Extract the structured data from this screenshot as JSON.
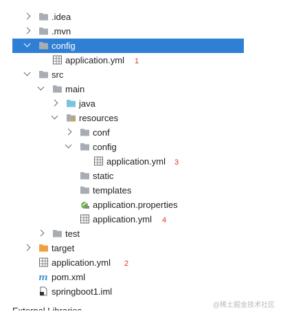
{
  "tree": {
    "items": [
      {
        "label": ".idea",
        "icon": "folder-icon",
        "state": "collapsed",
        "depth": 0
      },
      {
        "label": ".mvn",
        "icon": "folder-icon",
        "state": "collapsed",
        "depth": 0
      },
      {
        "label": "config",
        "icon": "folder-icon",
        "state": "expanded",
        "depth": 0,
        "selected": true
      },
      {
        "label": "application.yml",
        "icon": "yaml-file-icon",
        "depth": 1,
        "annotation": "1"
      },
      {
        "label": "src",
        "icon": "folder-icon",
        "state": "expanded",
        "depth": 0
      },
      {
        "label": "main",
        "icon": "folder-icon",
        "state": "expanded",
        "depth": 1
      },
      {
        "label": "java",
        "icon": "source-folder-icon",
        "state": "collapsed",
        "depth": 2
      },
      {
        "label": "resources",
        "icon": "resources-folder-icon",
        "state": "expanded",
        "depth": 2
      },
      {
        "label": "conf",
        "icon": "folder-icon",
        "state": "collapsed",
        "depth": 3
      },
      {
        "label": "config",
        "icon": "folder-icon",
        "state": "expanded",
        "depth": 3
      },
      {
        "label": "application.yml",
        "icon": "yaml-file-icon",
        "depth": 4,
        "annotation": "3"
      },
      {
        "label": "static",
        "icon": "folder-icon",
        "depth": 3
      },
      {
        "label": "templates",
        "icon": "folder-icon",
        "depth": 3
      },
      {
        "label": "application.properties",
        "icon": "spring-properties-icon",
        "depth": 3
      },
      {
        "label": "application.yml",
        "icon": "yaml-file-icon",
        "depth": 3,
        "annotation": "4"
      },
      {
        "label": "test",
        "icon": "folder-icon",
        "state": "collapsed",
        "depth": 1
      },
      {
        "label": "target",
        "icon": "excluded-folder-icon",
        "state": "collapsed",
        "depth": 0
      },
      {
        "label": "application.yml",
        "icon": "yaml-file-icon",
        "depth": 0,
        "annotation": "2"
      },
      {
        "label": "pom.xml",
        "icon": "maven-icon",
        "depth": 0
      },
      {
        "label": "springboot1.iml",
        "icon": "iml-file-icon",
        "depth": 0
      }
    ],
    "cutoff_label": "External Libraries"
  },
  "watermark": "@稀土掘金技术社区",
  "colors": {
    "selection": "#2f7fd4",
    "folder": "#a8adb3",
    "source_folder": "#79c4e0",
    "excluded_folder": "#f0a040",
    "annotation": "#e03030",
    "maven": "#4a9bd5",
    "spring": "#6ab04c"
  }
}
